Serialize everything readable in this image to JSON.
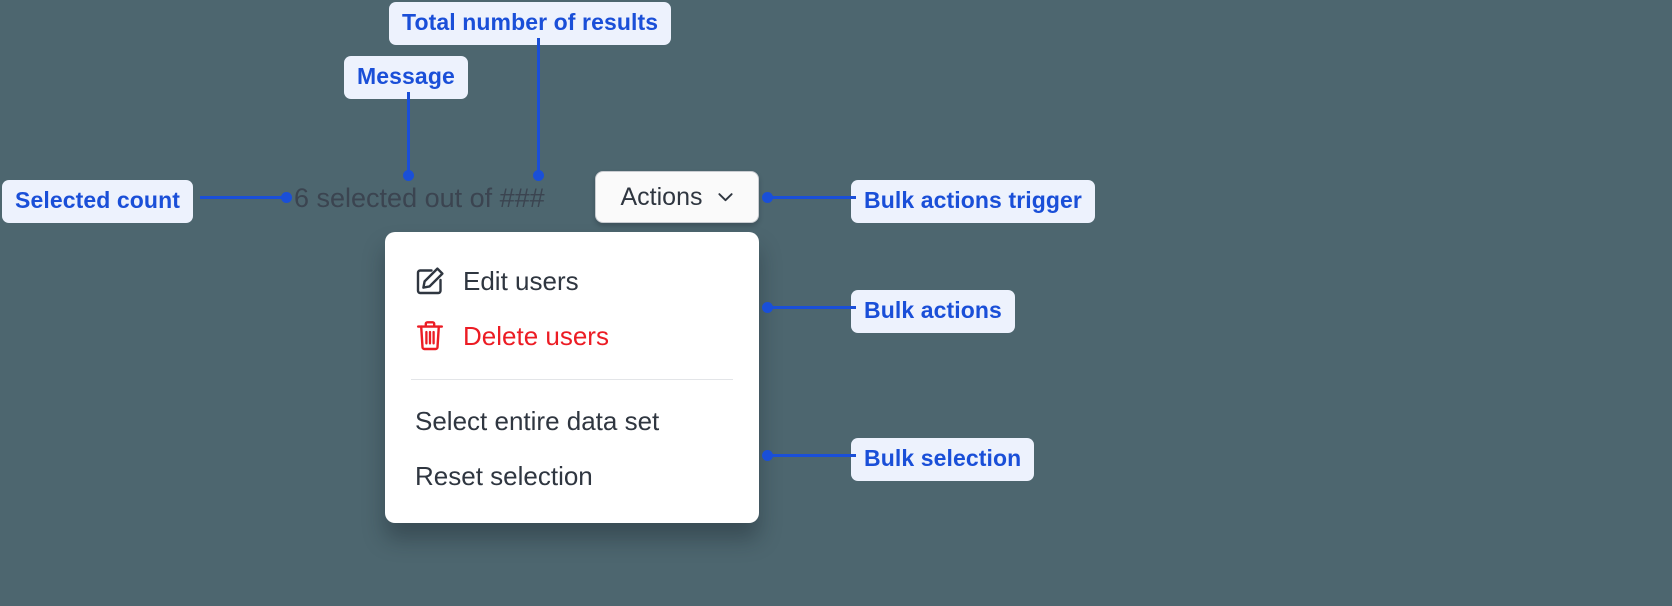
{
  "theme": {
    "background": "#4d666f",
    "annotation_blue": "#1a4fd8",
    "annotation_chip_bg": "#edf2fd",
    "danger_red": "#ec1c24",
    "text_dark": "#2f3640",
    "menu_bg": "#ffffff",
    "button_bg": "#fafafa"
  },
  "annotations": [
    {
      "id": "total-results",
      "label": "Total number of results"
    },
    {
      "id": "message",
      "label": "Message"
    },
    {
      "id": "selected-count",
      "label": "Selected count"
    },
    {
      "id": "bulk-actions-trigger",
      "label": "Bulk actions trigger"
    },
    {
      "id": "bulk-actions",
      "label": "Bulk actions"
    },
    {
      "id": "bulk-selection",
      "label": "Bulk selection"
    }
  ],
  "component": {
    "status": {
      "selected_count": "6",
      "full_text": "6 selected out of ###",
      "message_fragment": "selected out of",
      "total_results_placeholder": "###"
    },
    "trigger": {
      "label": "Actions",
      "icon": "chevron-down-icon"
    },
    "menu": {
      "groups": [
        {
          "name": "bulk-actions",
          "items": [
            {
              "label": "Edit users",
              "icon": "edit-pencil-square-icon",
              "variant": "default"
            },
            {
              "label": "Delete users",
              "icon": "trash-icon",
              "variant": "danger"
            }
          ]
        },
        {
          "name": "bulk-selection",
          "items": [
            {
              "label": "Select entire data set",
              "icon": "none",
              "variant": "default"
            },
            {
              "label": "Reset selection",
              "icon": "none",
              "variant": "default"
            }
          ]
        }
      ]
    }
  }
}
